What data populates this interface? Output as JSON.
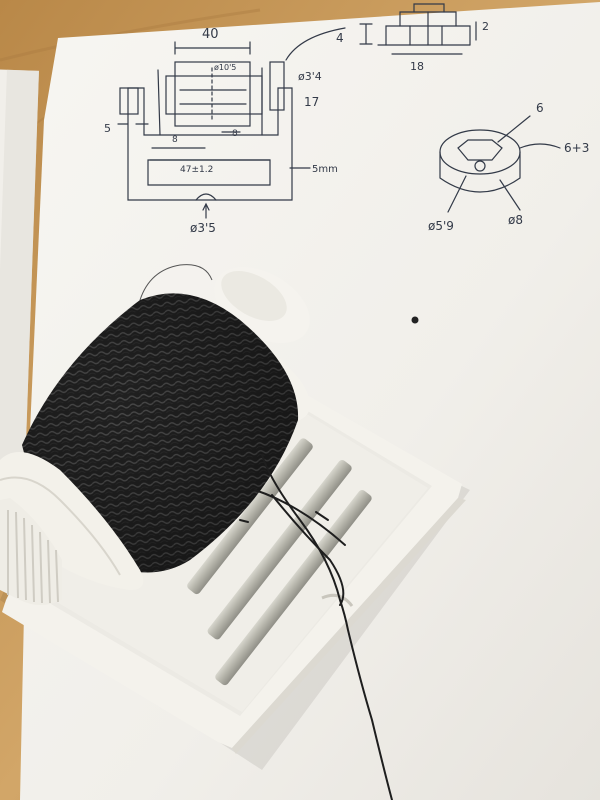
{
  "photo": {
    "colors": {
      "table": "#c89a5c",
      "paper": "#f4f2ee",
      "ink": "#333a48",
      "thread": "#1e1e1e",
      "plastic": "#f3f1ea",
      "rod": "#b9b8ae"
    },
    "sketch_labels": {
      "width_40": "40",
      "hole_d10": "ø10'5",
      "d3_4": "ø3'4",
      "n17": "17",
      "n5_left": "5",
      "n8a": "8",
      "n8b": "8",
      "inner_width": "47±1.2",
      "n5mm": "5mm",
      "d3_5": "ø3'5",
      "n4": "4",
      "n2": "2",
      "n18": "18",
      "n6": "6",
      "n6_3": "6+3",
      "d5_9": "ø5'9",
      "d8": "ø8"
    }
  }
}
